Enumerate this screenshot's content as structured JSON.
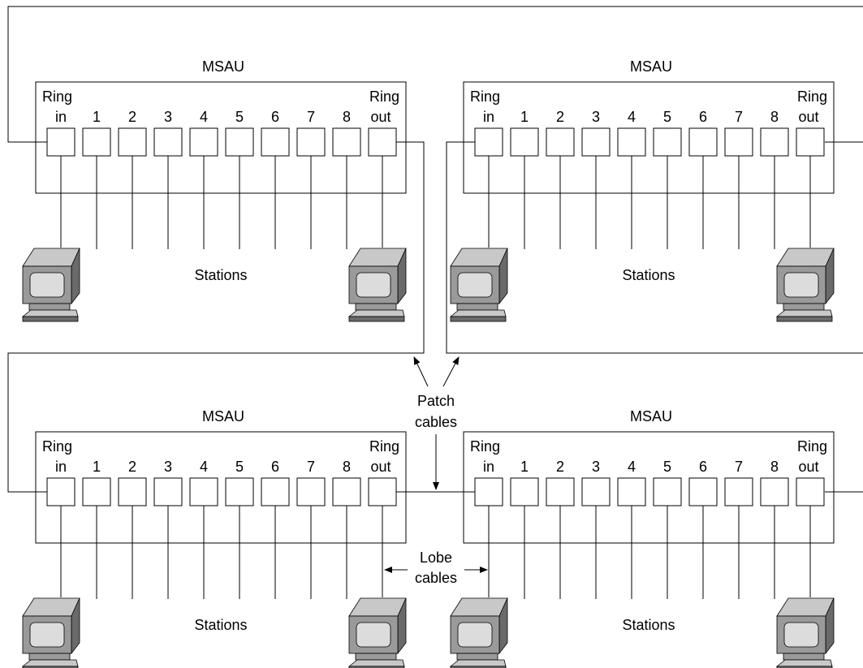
{
  "labels": {
    "msau": "MSAU",
    "ring": "Ring",
    "ring_in": "in",
    "ring_out": "out",
    "ports": [
      "1",
      "2",
      "3",
      "4",
      "5",
      "6",
      "7",
      "8"
    ],
    "stations": "Stations",
    "patch_cables_line1": "Patch",
    "patch_cables_line2": "cables",
    "lobe_cables_line1": "Lobe",
    "lobe_cables_line2": "cables"
  },
  "colors": {
    "line": "#000000",
    "computer_body": "#9a9a9a",
    "computer_dark": "#6a6a6a",
    "computer_light": "#c8c8c8",
    "screen": "#dcdcdc"
  },
  "icons": {
    "station": "computer-terminal-icon"
  }
}
